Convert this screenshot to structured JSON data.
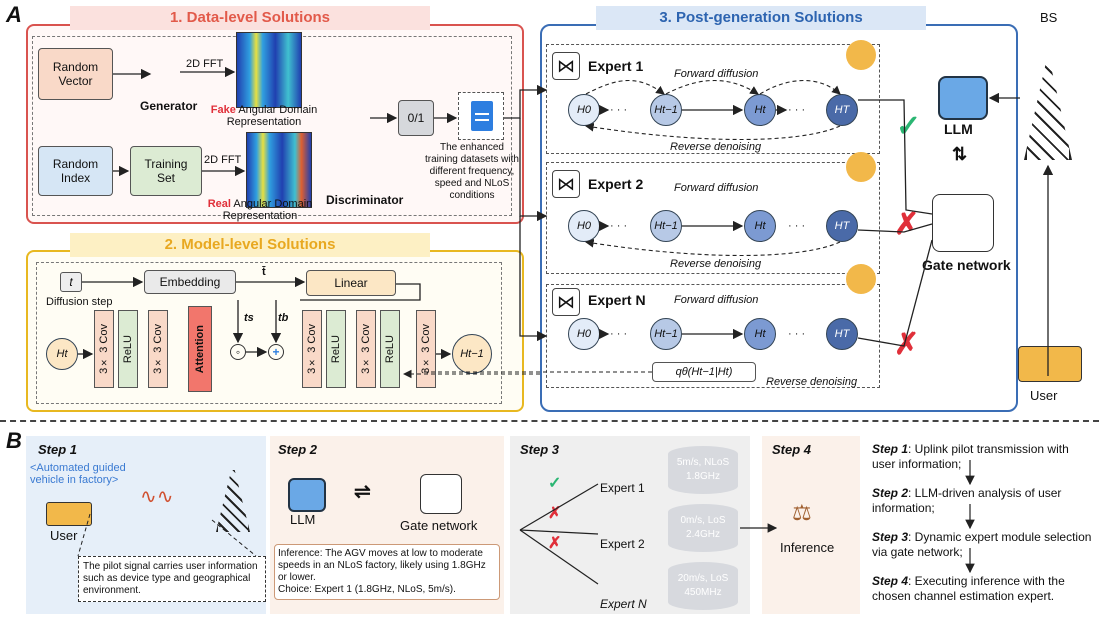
{
  "panel_a": {
    "label": "A",
    "data_level": {
      "title": "1. Data-level Solutions",
      "random_vector": "Random\nVector",
      "random_index": "Random\nIndex",
      "training_set": "Training\nSet",
      "generator": "Generator",
      "discriminator": "Discriminator",
      "fft_top": "2D FFT",
      "fft_bottom": "2D FFT",
      "fake_word": "Fake",
      "fake_rest": " Angular Domain",
      "fake_line2": "Representation",
      "real_word": "Real",
      "real_rest": " Angular Domain",
      "real_line2": "Representation",
      "zero_one": "0/1",
      "enhanced_text": "The enhanced\ntraining datasets with\ndifferent frequency,\nspeed and NLoS\nconditions"
    },
    "model_level": {
      "title": "2. Model-level Solutions",
      "t": "t",
      "embedding": "Embedding",
      "t_bar": "t̄",
      "linear": "Linear",
      "diffusion_step": "Diffusion step",
      "ts": "ts",
      "tb": "tb",
      "h_in": "Ht",
      "h_out": "Ht−1",
      "cov": "3× 3 Cov",
      "relu": "ReLU",
      "attention": "Attention"
    },
    "post_generation": {
      "title": "3. Post-generation Solutions",
      "experts": [
        {
          "name": "Expert 1"
        },
        {
          "name": "Expert 2"
        },
        {
          "name": "Expert N"
        }
      ],
      "forward": "Forward diffusion",
      "reverse": "Reverse denoising",
      "nodes": [
        "H0",
        "Ht−1",
        "Ht",
        "HT"
      ],
      "dots": "· · ·",
      "q_label": "qθ(Ht−1|Ht)",
      "llm": "LLM",
      "gate": "Gate network",
      "bs": "BS",
      "user": "User",
      "check": "✓",
      "cross": "✗"
    }
  },
  "panel_b": {
    "label": "B",
    "step1": {
      "title": "Step 1",
      "subtitle": "<Automated guided\nvehicle in factory>",
      "user": "User",
      "note": "The pilot signal carries user information such as device type and geographical environment."
    },
    "step2": {
      "title": "Step 2",
      "llm": "LLM",
      "gate": "Gate network",
      "inference_text": "Inference: The AGV moves at low to moderate speeds in an NLoS factory, likely using 1.8GHz or lower.",
      "choice_text": "Choice: Expert 1 (1.8GHz, NLoS, 5m/s)."
    },
    "step3": {
      "title": "Step 3",
      "experts": [
        {
          "name": "Expert 1",
          "cyl": "5m/s, NLoS\n1.8GHz"
        },
        {
          "name": "Expert 2",
          "cyl": "0m/s, LoS\n2.4GHz"
        },
        {
          "name": "Expert N",
          "cyl": "20m/s, LoS\n450MHz"
        }
      ],
      "check": "✓",
      "cross": "✗"
    },
    "step4": {
      "title": "Step 4",
      "inference": "Inference"
    },
    "summary": [
      {
        "step": "Step 1",
        "text": ": Uplink pilot transmission with user information;"
      },
      {
        "step": "Step 2",
        "text": ": LLM-driven analysis of user information;"
      },
      {
        "step": "Step 3",
        "text": ": Dynamic expert module selection via gate network;"
      },
      {
        "step": "Step 4",
        "text": ": Executing inference with the chosen channel estimation expert."
      }
    ]
  },
  "colors": {
    "red_border": "#d9534f",
    "red_fill": "#fbe4e2",
    "yellow_border": "#e8b820",
    "yellow_fill": "#fdf3d2",
    "blue_border": "#3a6db5",
    "blue_fill": "#dbe7f6",
    "pink_box": "#f9d9c8",
    "blue_box": "#d6e6f5",
    "green_box": "#dcebd3",
    "cream_box": "#fce7c5",
    "check": "#2bb673",
    "cross": "#e0303a"
  }
}
